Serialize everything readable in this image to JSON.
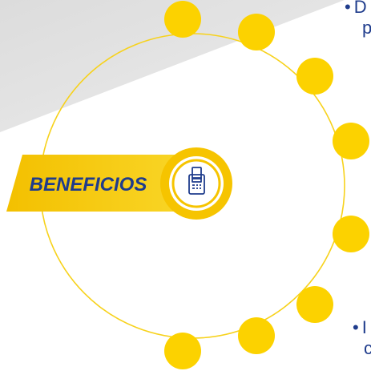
{
  "center_label": "BENEFICIOS",
  "center_icon": "pos-terminal-icon",
  "top_bullet": {
    "bullet": "•",
    "line1": "D",
    "line2": "p"
  },
  "bottom_bullet": {
    "bullet": "•",
    "line1": "I",
    "line2": "c"
  },
  "colors": {
    "accent": "#f6c400",
    "ring": "#f7d21c",
    "text": "#1f3c8c",
    "background_gray": "#e4e4e4"
  }
}
